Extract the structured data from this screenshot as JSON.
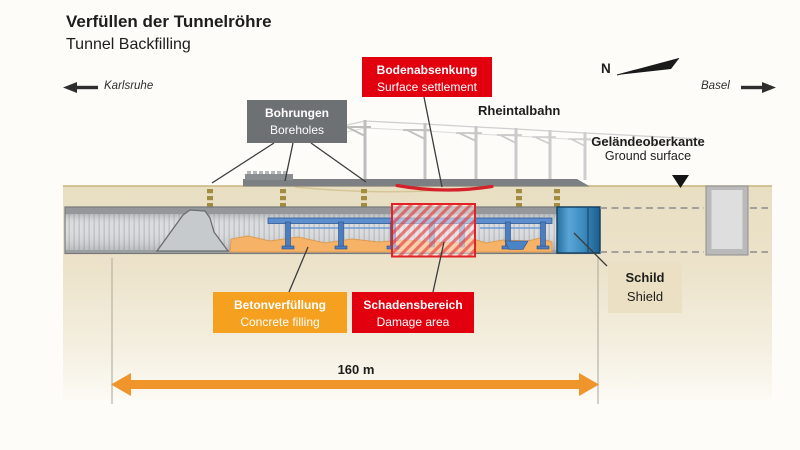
{
  "header": {
    "title_de": "Verfüllen der Tunnelröhre",
    "title_en": "Tunnel Backfilling"
  },
  "compass": {
    "north_label": "N",
    "left_destination": "Karlsruhe",
    "right_destination": "Basel"
  },
  "annotations": {
    "railway": "Rheintalbahn",
    "ground_surface_de": "Geländeoberkante",
    "ground_surface_en": "Ground surface",
    "boreholes_de": "Bohrungen",
    "boreholes_en": "Boreholes",
    "settlement_de": "Bodenabsenkung",
    "settlement_en": "Surface settlement",
    "concrete_de": "Betonverfüllung",
    "concrete_en": "Concrete filling",
    "damage_de": "Schadensbereich",
    "damage_en": "Damage area",
    "shield_de": "Schild",
    "shield_en": "Shield"
  },
  "dimension": {
    "tunnel_length": "160 m"
  },
  "colors": {
    "label_red": "#e2000f",
    "label_orange": "#f5a01e",
    "label_gray": "#6e7174",
    "shield_box_tan": "#ebe0c3",
    "dimension_orange": "#f0952b",
    "ground_tan": "#e8dec2",
    "settlement_red": "#d5212a",
    "damage_hatch_red": "#e12328",
    "shield_blue": "#3d8cc0",
    "gantry_blue": "#4a7ec0",
    "concrete_orange": "#f6b267",
    "borehole_olive": "#a18c3f"
  }
}
